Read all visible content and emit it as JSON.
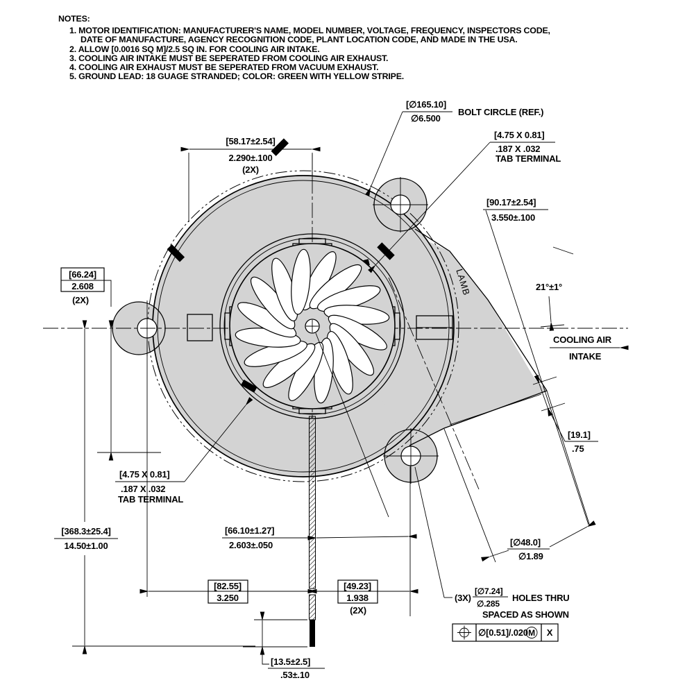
{
  "notes": {
    "title": "NOTES:",
    "lines": [
      "1. MOTOR IDENTIFICATION: MANUFACTURER'S NAME, MODEL NUMBER, VOLTAGE, FREQUENCY, INSPECTORS CODE,",
      "DATE OF MANUFACTURE, AGENCY RECOGNITION CODE, PLANT LOCATION CODE, AND MADE IN THE USA.",
      "2. ALLOW [0.0016 SQ M]/2.5 SQ IN. FOR COOLING AIR INTAKE.",
      "3. COOLING AIR INTAKE MUST BE SEPERATED FROM COOLING AIR EXHAUST.",
      "4. COOLING AIR EXHAUST MUST BE SEPERATED FROM VACUUM EXHAUST.",
      "5. GROUND LEAD: 18 GUAGE STRANDED; COLOR: GREEN WITH YELLOW STRIPE."
    ]
  },
  "brand": "LAMB",
  "dimensions": {
    "top_width": {
      "metric": "[58.17±2.54]",
      "inch": "2.290±.100",
      "qty": "(2X)"
    },
    "bolt_circle": {
      "metric": "[∅165.10]",
      "inch": "∅6.500",
      "label": "BOLT CIRCLE (REF.)"
    },
    "tab_terminal_top": {
      "metric": "[4.75 X 0.81]",
      "inch": ".187 X .032",
      "label": "TAB TERMINAL"
    },
    "duct_length": {
      "metric": "[90.17±2.54]",
      "inch": "3.550±.100"
    },
    "side_height": {
      "metric": "[66.24]",
      "inch": "2.608",
      "qty": "(2X)"
    },
    "intake_angle": {
      "value": "21°±1°"
    },
    "cooling_air": {
      "line1": "COOLING AIR",
      "line2": "INTAKE"
    },
    "duct_lip": {
      "metric": "[19.1]",
      "inch": ".75"
    },
    "intake_dia": {
      "metric": "[∅48.0]",
      "inch": "∅1.89"
    },
    "lead_length": {
      "metric": "[368.3±25.4]",
      "inch": "14.50±1.00"
    },
    "tab_terminal_left": {
      "metric": "[4.75 X 0.81]",
      "inch": ".187 X .032",
      "label": "TAB TERMINAL"
    },
    "lead_offset": {
      "metric": "[66.10±1.27]",
      "inch": "2.603±.050"
    },
    "hole_left_offset": {
      "metric": "[82.55]",
      "inch": "3.250"
    },
    "hole_right_offset": {
      "metric": "[49.23]",
      "inch": "1.938",
      "qty": "(2X)"
    },
    "strip_length": {
      "metric": "[13.5±2.5]",
      "inch": ".53±.10"
    },
    "mount_holes": {
      "qty": "(3X)",
      "metric": "[∅7.24]",
      "inch": "∅.285",
      "label1": "HOLES THRU",
      "label2": "SPACED AS SHOWN"
    },
    "fcf": {
      "tolerance": "∅[0.51]/.020",
      "modifier": "M",
      "datum": "X"
    }
  },
  "colors": {
    "housing_fill": "#d3d3d3",
    "line": "#000000",
    "background": "#ffffff"
  }
}
